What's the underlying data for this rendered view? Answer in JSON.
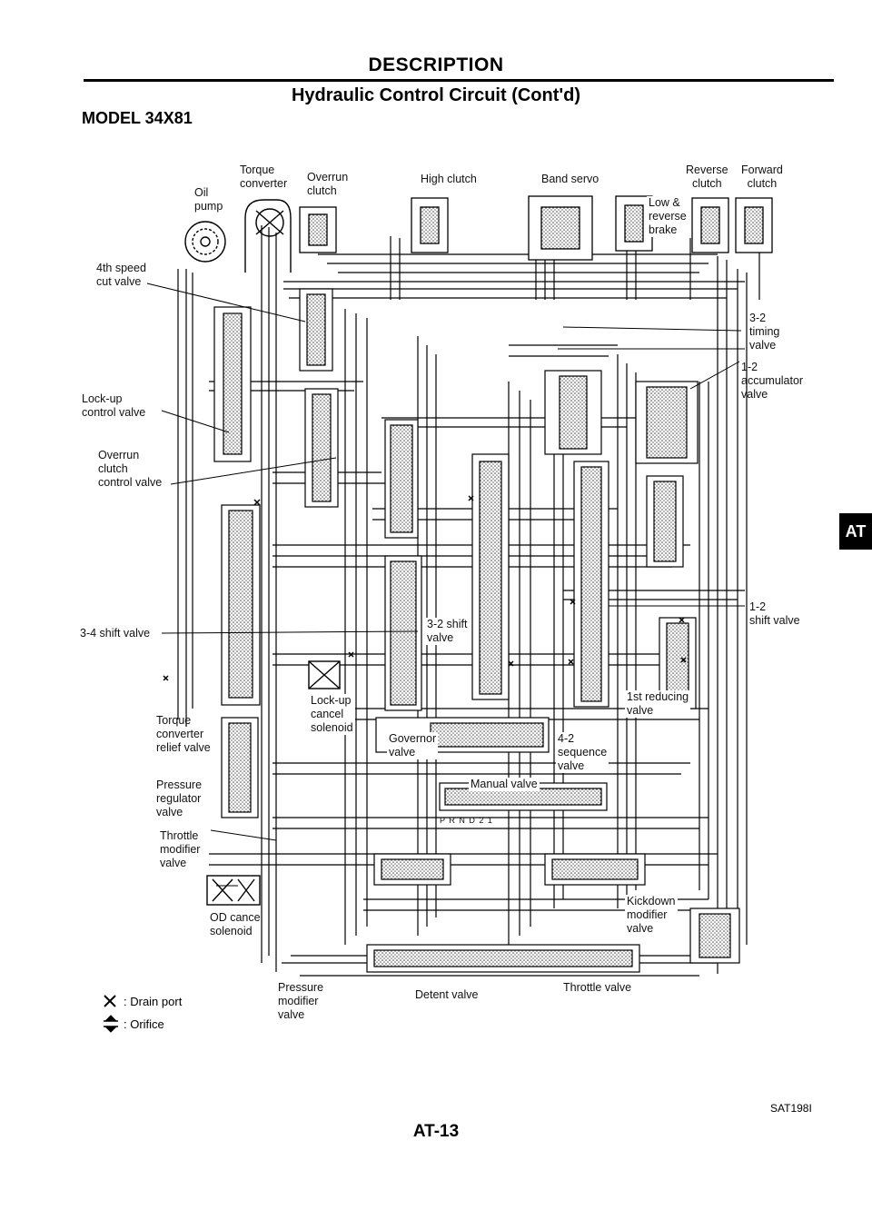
{
  "header": {
    "title": "DESCRIPTION",
    "subtitle": "Hydraulic Control Circuit (Cont'd)",
    "model": "MODEL 34X81"
  },
  "labels": {
    "torque_converter": "Torque\nconverter",
    "overrun_clutch": "Overrun\nclutch",
    "oil_pump": "Oil\npump",
    "high_clutch": "High clutch",
    "band_servo": "Band servo",
    "reverse_clutch": "Reverse\nclutch",
    "forward_clutch": "Forward\nclutch",
    "low_reverse_brake": "Low &\nreverse\nbrake",
    "fourth_speed_cut_valve": "4th speed\ncut valve",
    "timing_3_2_valve": "3-2\ntiming\nvalve",
    "accumulator_1_2_valve": "1-2\naccumulator\nvalve",
    "lockup_control_valve": "Lock-up\ncontrol valve",
    "overrun_clutch_control_valve": "Overrun\nclutch\ncontrol valve",
    "shift_valve_3_4": "3-4 shift valve",
    "shift_valve_1_2": "1-2\nshift valve",
    "shift_valve_3_2": "3-2 shift\nvalve",
    "lockup_cancel_solenoid": "Lock-up\ncancel\nsolenoid",
    "first_reducing_valve": "1st reducing\nvalve",
    "torque_converter_relief_valve": "Torque\nconverter\nrelief valve",
    "governor_valve": "Governor\nvalve",
    "sequence_valve_4_2": "4-2\nsequence\nvalve",
    "pressure_regulator_valve": "Pressure\nregulator\nvalve",
    "manual_valve": "Manual valve",
    "manual_positions": "P R N D 2 1",
    "throttle_modifier_valve": "Throttle\nmodifier\nvalve",
    "kickdown_modifier_valve": "Kickdown\nmodifier\nvalve",
    "od_cancel_solenoid": "OD cancel\nsolenoid",
    "pressure_modifier_valve": "Pressure\nmodifier\nvalve",
    "detent_valve": "Detent valve",
    "throttle_valve": "Throttle valve"
  },
  "legend": {
    "drain_port": ": Drain port",
    "orifice": ": Orifice"
  },
  "section_tab": "AT",
  "page_number": "AT-13",
  "figure_id": "SAT198I"
}
